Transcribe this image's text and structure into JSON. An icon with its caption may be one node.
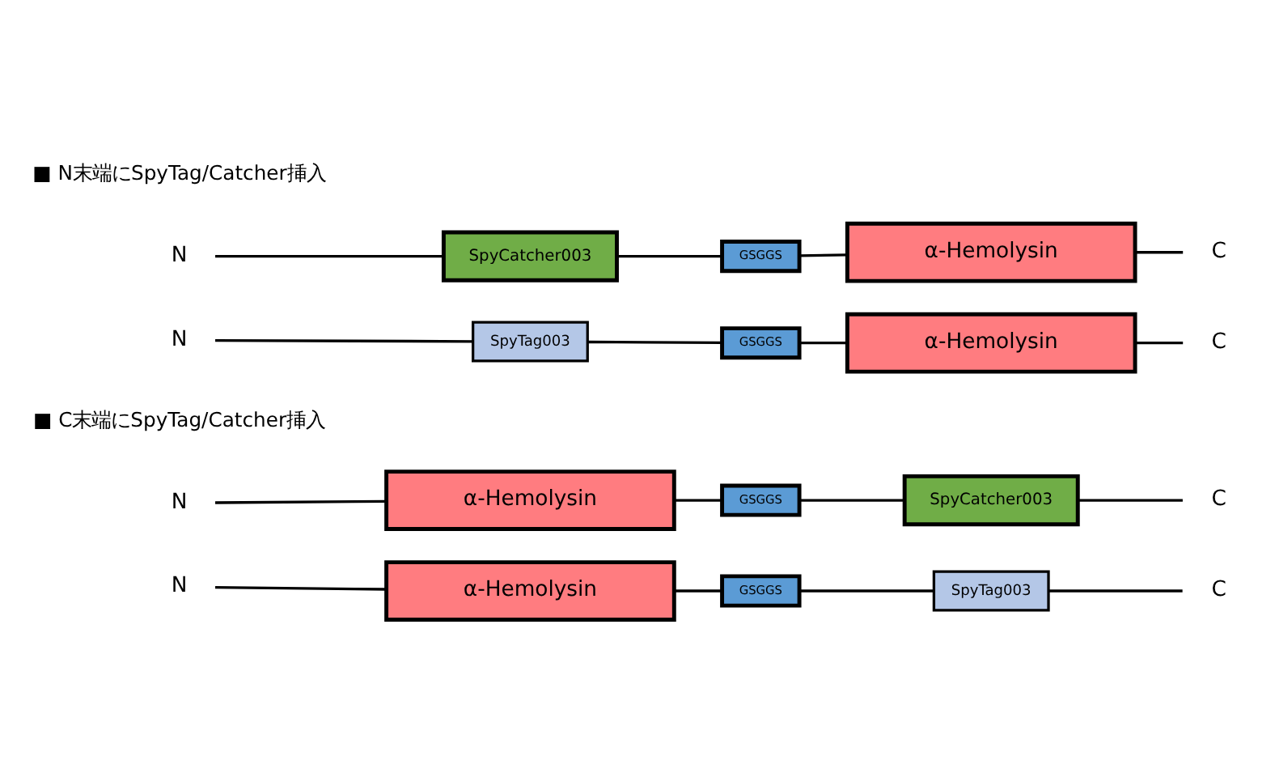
{
  "diagram": {
    "nodes": [
      {
        "text": [
          "N"
        ]
      },
      {
        "text": [
          "SpyCatcher003"
        ]
      },
      {
        "text": [
          "GSGGS"
        ]
      },
      {
        "text": [
          "α-Hemolysin"
        ]
      },
      {
        "text": [
          "C"
        ]
      },
      {
        "text": [
          "N"
        ]
      },
      {
        "text": [
          "SpyTag003"
        ]
      },
      {
        "text": [
          "GSGGS"
        ]
      },
      {
        "text": [
          "α-Hemolysin"
        ]
      },
      {
        "text": [
          "C"
        ]
      },
      {
        "text": [
          "N"
        ]
      },
      {
        "text": [
          "α-Hemolysin"
        ]
      },
      {
        "text": [
          "GSGGS"
        ]
      },
      {
        "text": [
          "SpyCatcher003"
        ]
      },
      {
        "text": [
          "C"
        ]
      },
      {
        "text": [
          "N"
        ]
      },
      {
        "text": [
          "α-Hemolysin"
        ]
      },
      {
        "text": [
          "GSGGS"
        ]
      },
      {
        "text": [
          "SpyTag003"
        ]
      },
      {
        "text": [
          "C"
        ]
      }
    ],
    "edges": [
      {
        "from": 0,
        "to": 1,
        "arrow": "none"
      },
      {
        "from": 1,
        "to": 2,
        "arrow": "none"
      },
      {
        "from": 2,
        "to": 3,
        "arrow": "none"
      },
      {
        "from": 3,
        "to": 4,
        "arrow": "none"
      },
      {
        "from": 5,
        "to": 6,
        "arrow": "none"
      },
      {
        "from": 6,
        "to": 7,
        "arrow": "none"
      },
      {
        "from": 7,
        "to": 8,
        "arrow": "none"
      },
      {
        "from": 8,
        "to": 9,
        "arrow": "none"
      },
      {
        "from": 10,
        "to": 11,
        "arrow": "none"
      },
      {
        "from": 11,
        "to": 12,
        "arrow": "none"
      },
      {
        "from": 12,
        "to": 13,
        "arrow": "none"
      },
      {
        "from": 13,
        "to": 14,
        "arrow": "none"
      },
      {
        "from": 15,
        "to": 16,
        "arrow": "none"
      },
      {
        "from": 16,
        "to": 17,
        "arrow": "none"
      },
      {
        "from": 17,
        "to": 18,
        "arrow": "none"
      },
      {
        "from": 18,
        "to": 19,
        "arrow": "none"
      }
    ],
    "labels": [
      "■ N末端にSpyTag/Catcher挿入",
      "■ C末端にSpyTag/Catcher挿入"
    ]
  }
}
